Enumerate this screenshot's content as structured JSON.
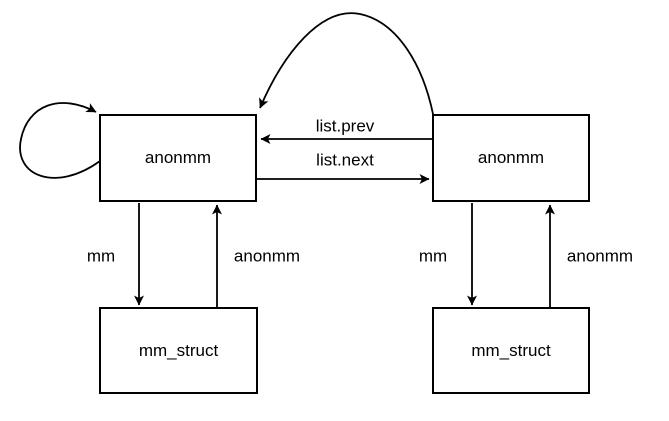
{
  "diagram": {
    "type": "node-link-diagram",
    "background_color": "#ffffff",
    "stroke_color": "#000000",
    "text_color": "#000000",
    "nodes": [
      {
        "id": "anonmm-left",
        "label": "anonmm"
      },
      {
        "id": "anonmm-right",
        "label": "anonmm"
      },
      {
        "id": "mm-struct-left",
        "label": "mm_struct"
      },
      {
        "id": "mm-struct-right",
        "label": "mm_struct"
      }
    ],
    "edges": [
      {
        "id": "self-loop-left",
        "from": "anonmm-left",
        "to": "anonmm-left",
        "label": ""
      },
      {
        "id": "top-curve",
        "from": "anonmm-right",
        "to": "anonmm-left",
        "label": ""
      },
      {
        "id": "list-prev",
        "from": "anonmm-right",
        "to": "anonmm-left",
        "label": "list.prev"
      },
      {
        "id": "list-next",
        "from": "anonmm-left",
        "to": "anonmm-right",
        "label": "list.next"
      },
      {
        "id": "mm-left",
        "from": "anonmm-left",
        "to": "mm-struct-left",
        "label": "mm"
      },
      {
        "id": "anonmm-up-left",
        "from": "mm-struct-left",
        "to": "anonmm-left",
        "label": "anonmm"
      },
      {
        "id": "mm-right",
        "from": "anonmm-right",
        "to": "mm-struct-right",
        "label": "mm"
      },
      {
        "id": "anonmm-up-right",
        "from": "mm-struct-right",
        "to": "anonmm-right",
        "label": "anonmm"
      }
    ]
  }
}
